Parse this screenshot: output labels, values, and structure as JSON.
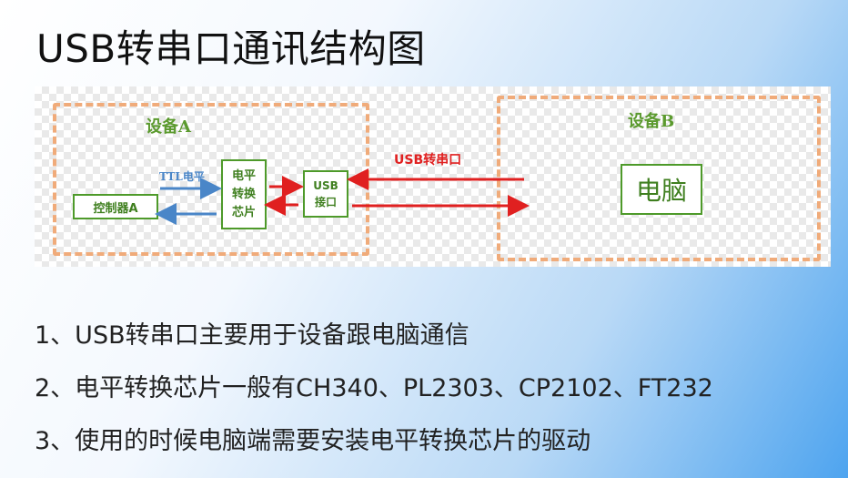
{
  "title": "USB转串口通讯结构图",
  "diagram": {
    "device_a_label": "设备A",
    "device_b_label": "设备B",
    "controller_label": "控制器A",
    "level_chip_label": "电平\n转换\n芯片",
    "usb_port_label": "USB\n接口",
    "pc_label": "电脑",
    "ttl_label": "TTL电平",
    "usb_serial_label": "USB转串口",
    "colors": {
      "dashed_border": "#f0ab7a",
      "box_border": "#4e9a2a",
      "ttl_arrow": "#4a86c8",
      "usb_arrow": "#e02020"
    }
  },
  "bullets": [
    "1、USB转串口主要用于设备跟电脑通信",
    "2、电平转换芯片一般有CH340、PL2303、CP2102、FT232",
    "3、使用的时候电脑端需要安装电平转换芯片的驱动"
  ]
}
